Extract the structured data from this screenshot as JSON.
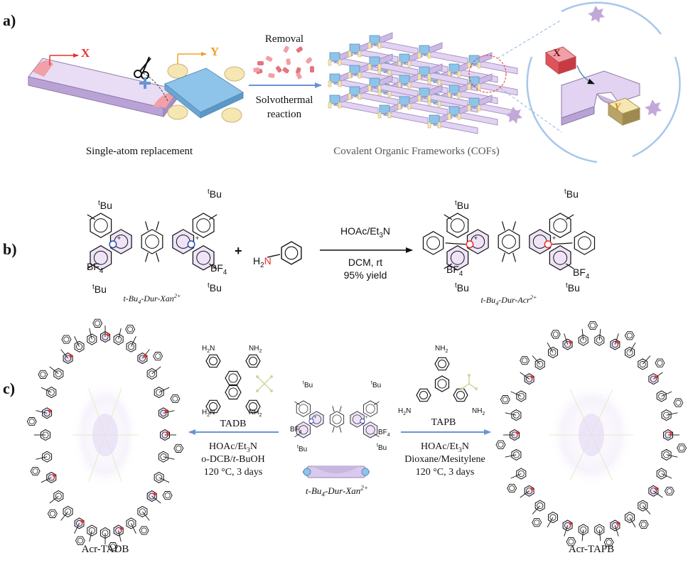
{
  "panels": {
    "a": "a)",
    "b": "b)",
    "c": "c)"
  },
  "colors": {
    "lavender": "#d9c9ec",
    "lavender_dark": "#b9a3d6",
    "pink": "#f0a0a6",
    "blue": "#8fc4ea",
    "cream": "#f6e6b2",
    "red": "#e8322f",
    "orange": "#f0a22a",
    "arrow_blue": "#6a94d2",
    "ring_blue": "#a7c7ea",
    "star": "#c2a8d8"
  },
  "panel_a": {
    "x_label": "X",
    "y_label": "Y",
    "removal_label": "Removal",
    "reaction_line1": "Solvothermal",
    "reaction_line2": "reaction",
    "left_caption": "Single-atom replacement",
    "right_caption": "Covalent Organic Frameworks (COFs)",
    "zoom_x": "X",
    "zoom_y": "Y",
    "icons": [
      "scissors-icon",
      "plus-icon",
      "star-icon"
    ]
  },
  "panel_b": {
    "reactant_name": "t-Bu",
    "reactant_name_sub": "4",
    "reactant_name_suffix": "-Dur-Xan",
    "reactant_charge": "2+",
    "plus": "+",
    "amine_H": "H",
    "amine_sub": "2",
    "amine_N": "N",
    "conditions_line1_pre": "HOAc/Et",
    "conditions_line1_sub": "3",
    "conditions_line1_post": "N",
    "conditions_line2": "DCM, rt",
    "conditions_line3": "95% yield",
    "product_name": "t-Bu",
    "product_name_sub": "4",
    "product_name_suffix": "-Dur-Acr",
    "product_charge": "2+",
    "tbu": "Bu",
    "tbu_sup": "t",
    "bf4": "BF",
    "bf4_sub": "4"
  },
  "panel_c": {
    "tadb_label": "TADB",
    "tapb_label": "TAPB",
    "nh2": "NH",
    "nh2_sub": "2",
    "h2n": "H",
    "h2n_sub": "2",
    "h2n_N": "N",
    "left_cond_1_pre": "HOAc/Et",
    "left_cond_1_sub": "3",
    "left_cond_1_post": "N",
    "left_cond_2_pre": "o-DCB/",
    "left_cond_2_it": "t",
    "left_cond_2_post": "-BuOH",
    "left_cond_3": "120 °C, 3 days",
    "right_cond_1_pre": "HOAc/Et",
    "right_cond_1_sub": "3",
    "right_cond_1_post": "N",
    "right_cond_2": "Dioxane/Mesitylene",
    "right_cond_3": "120 °C, 3 days",
    "center_name": "t-Bu",
    "center_name_sub": "4",
    "center_name_suffix": "-Dur-Xan",
    "center_charge": "2+",
    "left_product": "Acr-TADB",
    "right_product": "Acr-TAPB"
  }
}
